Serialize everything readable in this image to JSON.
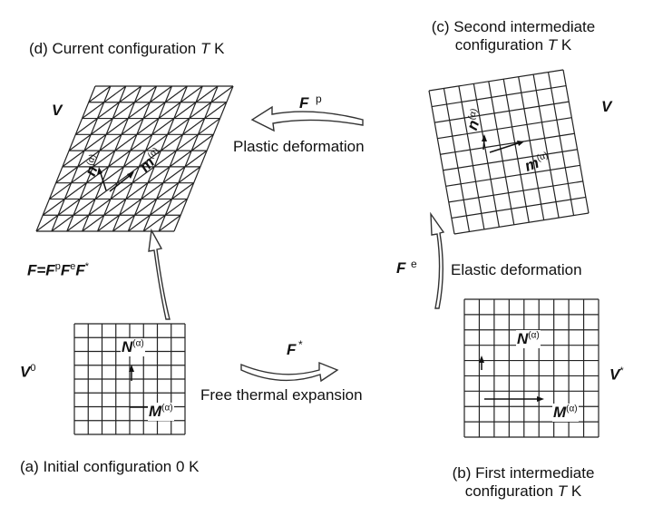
{
  "labels": {
    "initial": "(a) Initial configuration 0 K",
    "first_intermediate_line1": "(b) First intermediate",
    "first_intermediate_line2_pre": "configuration",
    "second_intermediate_line1": "(c) Second intermediate",
    "second_intermediate_line2_pre": "configuration",
    "current_pre": "(d) Current configuration",
    "temp_symbol": "T",
    "temp_unit": "K"
  },
  "processes": {
    "plastic": "Plastic deformation",
    "elastic": "Elastic deformation",
    "thermal": "Free thermal expansion"
  },
  "symbols": {
    "Fp": "F",
    "Fp_sup": "p",
    "Fe": "F",
    "Fe_sup": "e",
    "Fstar": "F",
    "Fstar_sup": "*",
    "product": "F=F",
    "product_p": "p",
    "product_F2": "F",
    "product_e": "e",
    "product_F3": "F",
    "product_star": "*"
  },
  "volumes": {
    "V0": "V",
    "V0_sup": "0",
    "Vstar": "V",
    "Vstar_sup": "*",
    "Vc": "V",
    "Vd": "V"
  },
  "vectors": {
    "N": "N",
    "M": "M",
    "n": "n",
    "m": "m",
    "alpha": "(α)"
  }
}
